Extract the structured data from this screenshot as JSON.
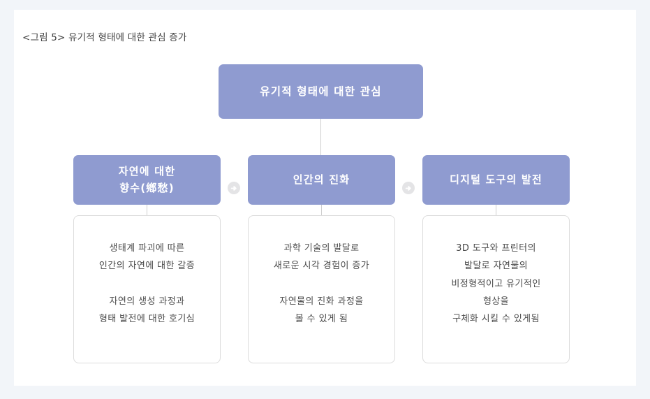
{
  "caption": "<그림 5> 유기적 형태에 대한 관심 증가",
  "colors": {
    "page_background": "#f2f5f9",
    "card_background": "#ffffff",
    "box_purple": "#8f9bd0",
    "box_text": "#ffffff",
    "connector_line": "#cfcfcf",
    "description_border": "#dcdcdc",
    "description_text": "#4a4a4a",
    "arrow_circle": "#e4e4e6"
  },
  "root": {
    "label": "유기적 형태에 대한 관심"
  },
  "branches": [
    {
      "header": "자연에 대한\n향수(鄕愁)",
      "body": "생태계 파괴에 따른\n인간의 자연에 대한 갈증\n\n자연의 생성 과정과\n형태 발전에 대한 호기심"
    },
    {
      "header": "인간의 진화",
      "body": "과학 기술의 발달로\n새로운 시각 경험이 증가\n\n자연물의 진화 과정을\n볼 수 있게 됨"
    },
    {
      "header": "디지털 도구의 발전",
      "body": "3D 도구와 프린터의\n발달로 자연물의\n비정형적이고 유기적인\n형상을\n구체화 시킬 수 있게됨"
    }
  ],
  "connectors": [
    {
      "name": "arrow-right-icon",
      "from": "자연에 대한 향수(鄕愁)",
      "to": "인간의 진화"
    },
    {
      "name": "arrow-right-icon",
      "from": "인간의 진화",
      "to": "디지털 도구의 발전"
    }
  ]
}
